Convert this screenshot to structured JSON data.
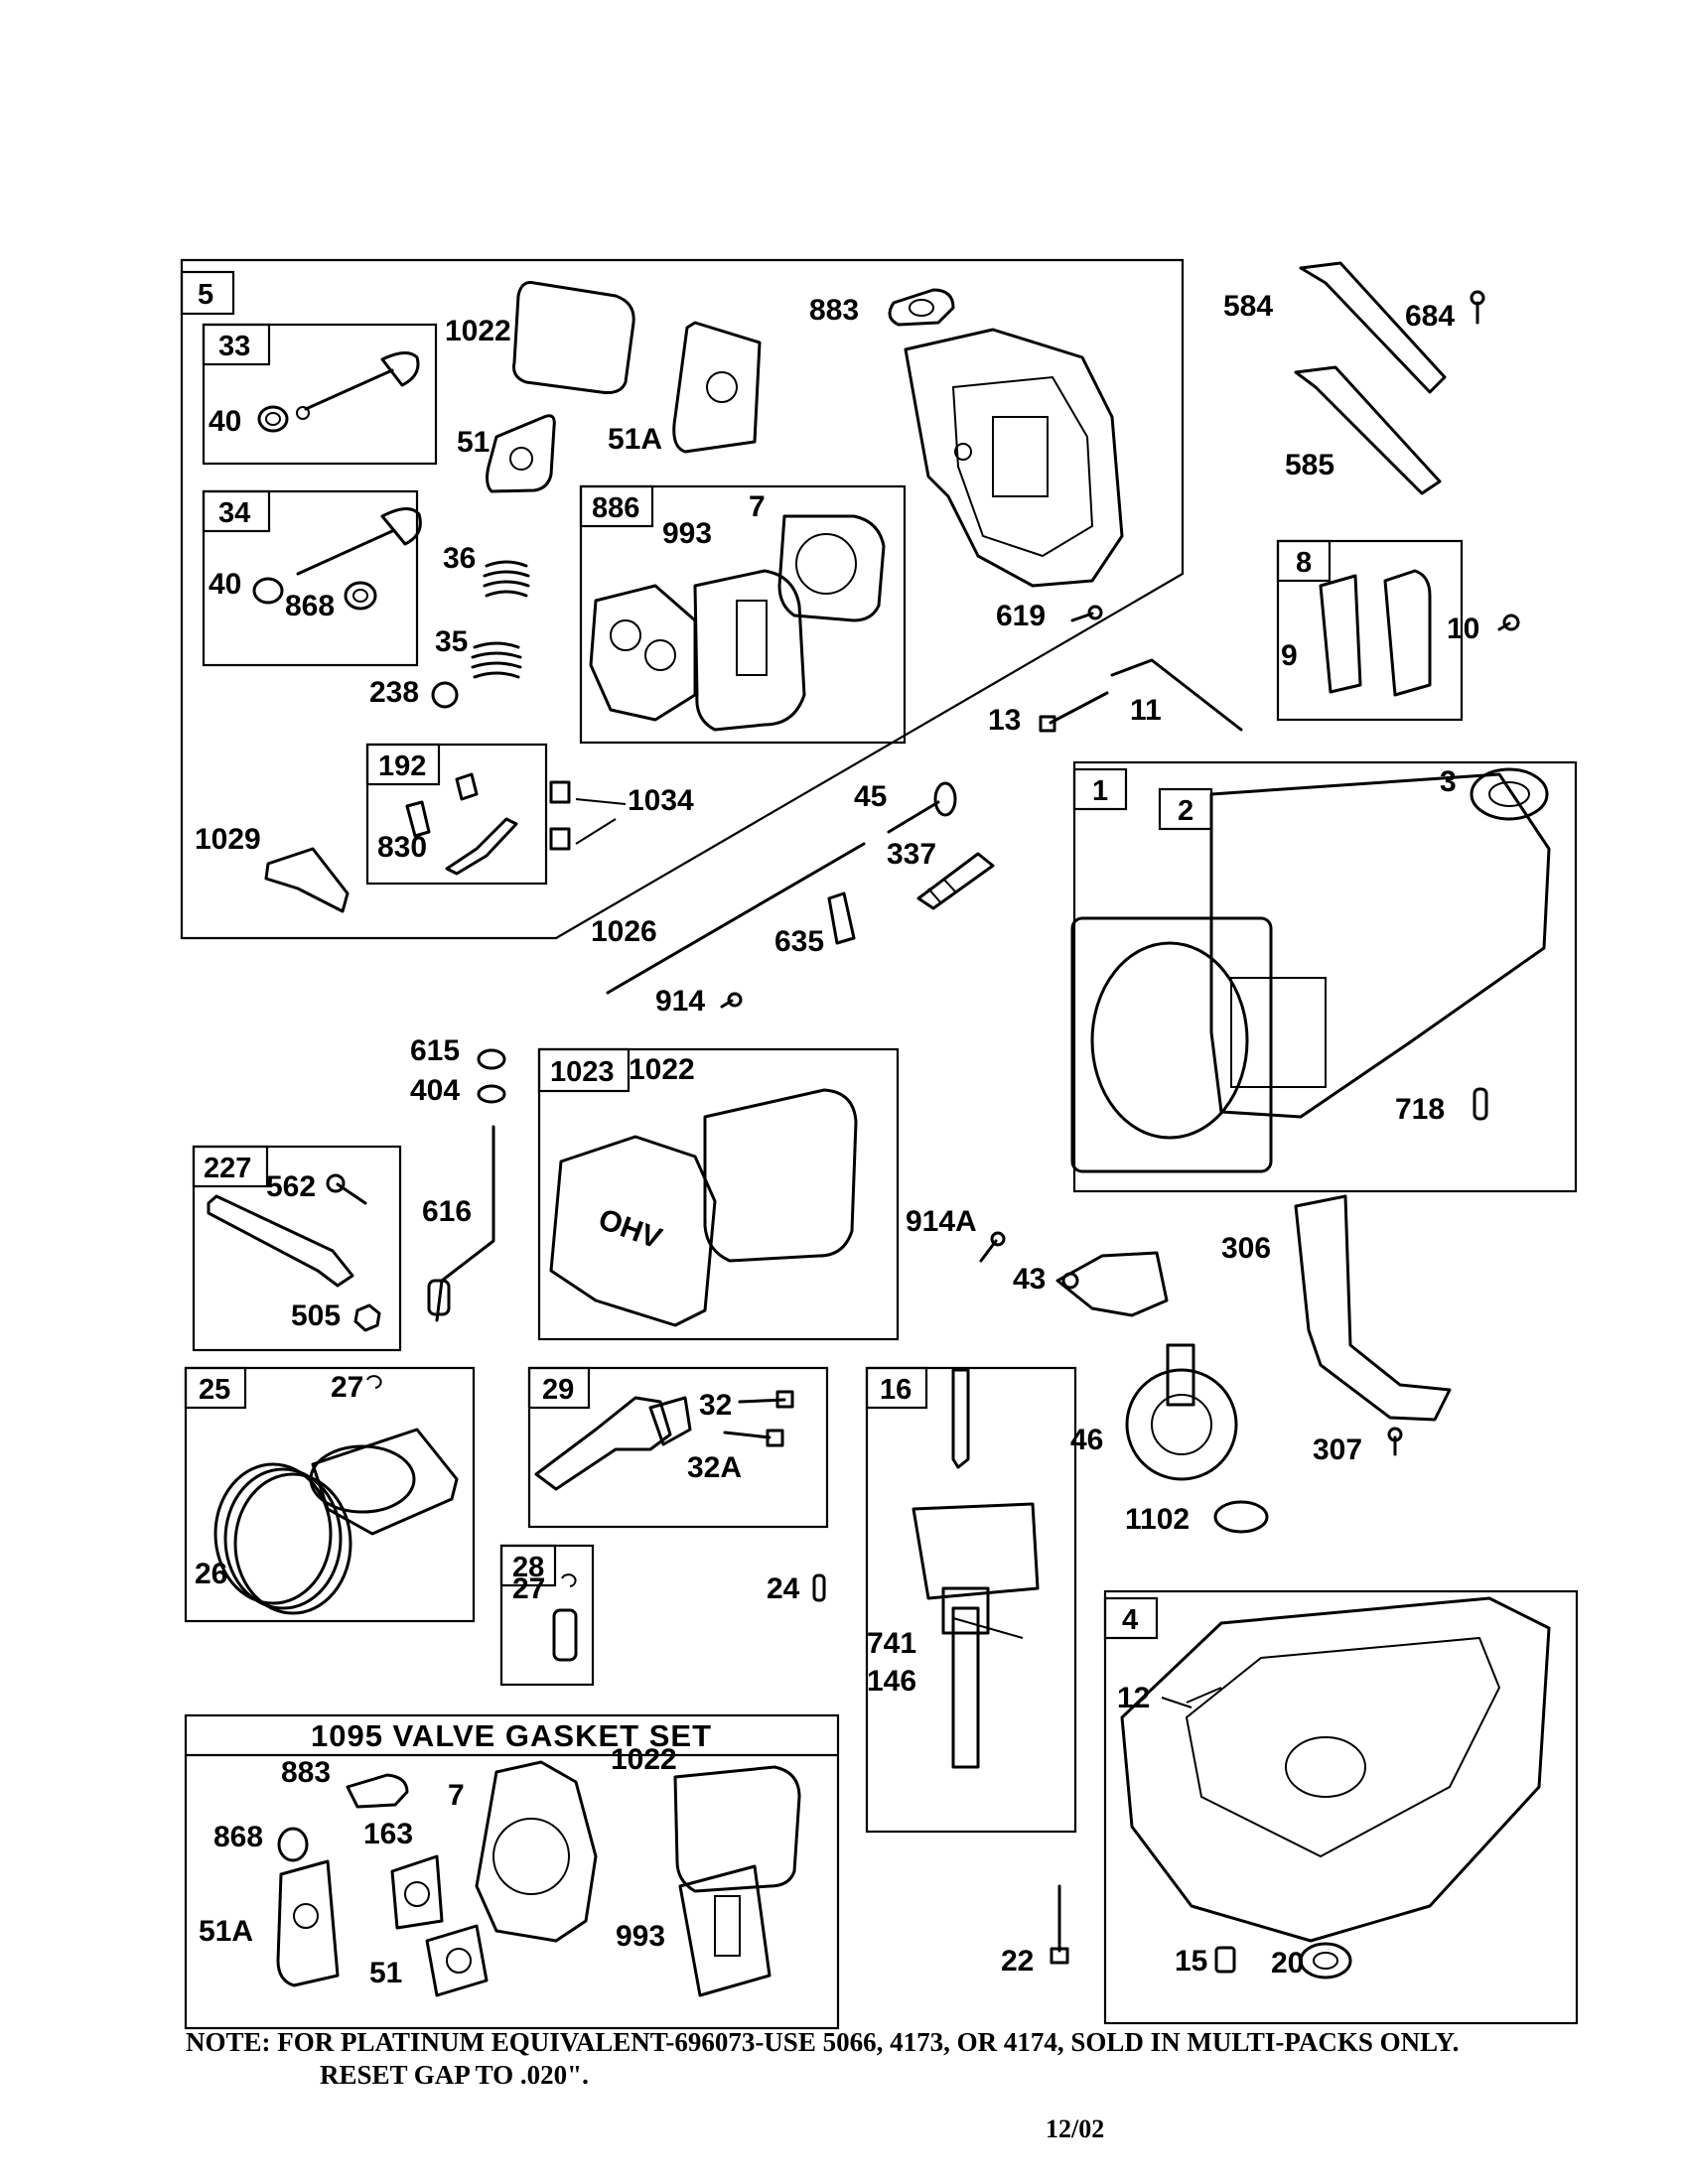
{
  "labels": {
    "b5": "5",
    "b33": "33",
    "b34": "34",
    "b886": "886",
    "b192": "192",
    "b8": "8",
    "b1": "1",
    "b2": "2",
    "b1023": "1023",
    "b227": "227",
    "b25": "25",
    "b29": "29",
    "b16": "16",
    "b28": "28",
    "b4": "4",
    "p1022a": "1022",
    "p883a": "883",
    "p584": "584",
    "p684": "684",
    "p585": "585",
    "p40a": "40",
    "p51a": "51",
    "p51Aa": "51A",
    "p40b": "40",
    "p868a": "868",
    "p36": "36",
    "p35": "35",
    "p238": "238",
    "p993a": "993",
    "p7a": "7",
    "p619": "619",
    "p9": "9",
    "p10": "10",
    "p13": "13",
    "p11": "11",
    "p830": "830",
    "p1034": "1034",
    "p1029": "1029",
    "p45": "45",
    "p3": "3",
    "p337": "337",
    "p1026": "1026",
    "p635": "635",
    "p914": "914",
    "p615": "615",
    "p404": "404",
    "p1022b": "1022",
    "p718": "718",
    "p562": "562",
    "p616": "616",
    "p505": "505",
    "p914A": "914A",
    "p43": "43",
    "p306": "306",
    "p27a": "27",
    "p32": "32",
    "p32A": "32A",
    "p46": "46",
    "p307": "307",
    "p26": "26",
    "p1102": "1102",
    "p27b": "27",
    "p24": "24",
    "p741": "741",
    "p146": "146",
    "p12": "12",
    "p883b": "883",
    "p1022c": "1022",
    "p7b": "7",
    "p868b": "868",
    "p163": "163",
    "p51Ab": "51A",
    "p51b": "51",
    "p993b": "993",
    "p22": "22",
    "p15": "15",
    "p20": "20"
  },
  "gasket_set_title": "1095  VALVE  GASKET  SET",
  "cover_text": "OHV",
  "note_line1": "NOTE:  FOR PLATINUM EQUIVALENT-696073-USE 5066, 4173, OR 4174, SOLD IN MULTI-PACKS ONLY.",
  "note_line2": "RESET GAP TO .020\".",
  "date": "12/02"
}
